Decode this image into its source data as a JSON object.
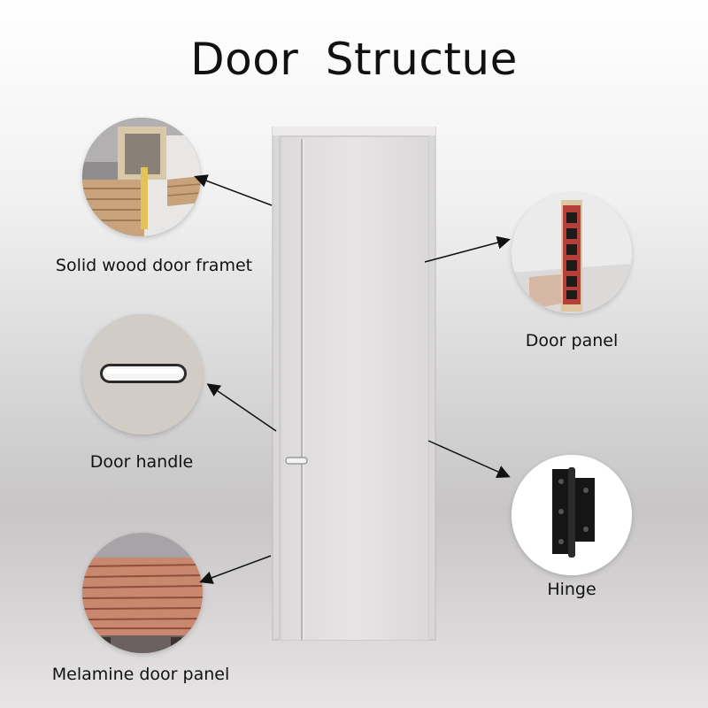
{
  "title": "Door  Structue",
  "components": [
    {
      "id": "frame",
      "label": "Solid wood door framet",
      "icon": "door-frame-icon"
    },
    {
      "id": "panel",
      "label": "Door panel",
      "icon": "door-panel-core-icon"
    },
    {
      "id": "handle",
      "label": "Door handle",
      "icon": "door-handle-icon"
    },
    {
      "id": "hinge",
      "label": "Hinge",
      "icon": "hinge-icon"
    },
    {
      "id": "melamine",
      "label": "Melamine door panel",
      "icon": "melamine-board-stack-icon"
    }
  ],
  "colors": {
    "door": "#e3e1e2",
    "door_frame": "#d6d4d5",
    "arrow": "#111111",
    "hinge": "#151515",
    "core_red": "#b5403a",
    "wood": "#c9a37c"
  }
}
